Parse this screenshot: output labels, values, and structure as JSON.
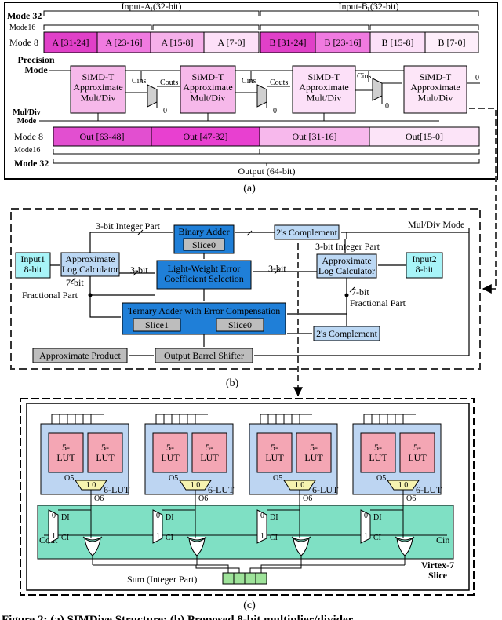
{
  "panel_a": {
    "label": "(a)",
    "input_a": "Input-A (32-bit)",
    "input_b": "Input-B (32-bit)",
    "mode_32": "Mode 32",
    "mode_16": "Mode16",
    "mode_8": "Mode 8",
    "a_slices": [
      "A [31-24]",
      "A [23-16]",
      "A [15-8]",
      "A [7-0]"
    ],
    "b_slices": [
      "B [31-24]",
      "B [23-16]",
      "B [15-8]",
      "B [7-0]"
    ],
    "precision_mode": "Precision\nMode",
    "simd_unit": "SiMD-T\nApproximate\nMult/Div",
    "cins": "Cins",
    "couts": "Couts",
    "zero": "0",
    "mul_div_mode": "Mul/Div\nMode",
    "out_slices": [
      "Out [63-48]",
      "Out [47-32]",
      "Out [31-16]",
      "Out[15-0]"
    ],
    "output": "Output (64-bit)",
    "colors": {
      "a1": "#e040c8",
      "a2": "#f07ae0",
      "a3": "#f6b0ea",
      "a4": "#fde0f8",
      "simd": "#f6b8ea",
      "simd_last": "#fde6f8",
      "out1": "#e24fd0",
      "out2": "#e840d0",
      "out3": "#f7b8ec",
      "out4": "#fce4f8"
    }
  },
  "panel_b": {
    "label": "(b)",
    "binary_adder": "Binary Adder",
    "slice0": "Slice0",
    "slice1": "Slice1",
    "twos_complement": "2's Complement",
    "mul_div_mode": "Mul/Div Mode",
    "int_part_3bit": "3-bit Integer Part",
    "bits_3": "3-bit",
    "bits_7": "7-bit",
    "input1": "Input1\n8-bit",
    "input2": "Input2\n8-bit",
    "approx_log": "Approximate\nLog Calculator",
    "light_weight": "Light-Weight Error\nCoefficient Selection",
    "fractional_part": "Fractional Part",
    "ternary_adder": "Ternary Adder with Error Compensation",
    "approx_product": "Approximate Product",
    "barrel_shifter": "Output Barrel Shifter",
    "colors": {
      "blue": "#1f7fd8",
      "lightblue": "#bcd8f4",
      "cyan": "#a8f4f8",
      "gray": "#bdbdbd"
    }
  },
  "panel_c": {
    "label": "(c)",
    "lut5": "5-\nLUT",
    "lut6": "6-LUT",
    "o5": "O5",
    "o6": "O6",
    "mux_sel": "1  0",
    "di": "DI",
    "ci": "CI",
    "mux_one": "1",
    "mux_zero": "0",
    "cout": "Cout",
    "cin": "Cin",
    "virtex": "Virtex-7\nSlice",
    "sum": "Sum (Integer Part)",
    "colors": {
      "lut5": "#f4a6b4",
      "lut6": "#bdd5f2",
      "carry": "#7fe0c4",
      "sum": "#9ee39a"
    }
  },
  "caption": "Figure 2: (a) SIMDive Structure; (b) Proposed 8-bit multiplier/divider"
}
